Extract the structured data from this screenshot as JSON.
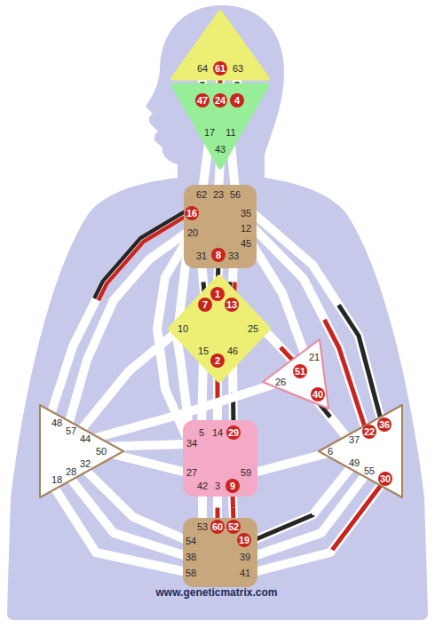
{
  "diagram": {
    "nodes": [
      {
        "text": [
          "64",
          "61",
          "63"
        ]
      },
      {
        "text": [
          "47",
          "24",
          "4",
          "17",
          "11",
          "43"
        ]
      },
      {
        "text": [
          "62",
          "23",
          "56",
          "16",
          "35",
          "20",
          "12",
          "45",
          "31",
          "8",
          "33"
        ]
      },
      {
        "text": [
          "1",
          "7",
          "13",
          "10",
          "25",
          "15",
          "46",
          "2"
        ]
      },
      {
        "text": [
          "21",
          "51",
          "26",
          "40"
        ]
      },
      {
        "text": [
          "48",
          "57",
          "44",
          "50",
          "32",
          "28",
          "18"
        ]
      },
      {
        "text": [
          "5",
          "14",
          "29",
          "34",
          "27",
          "59",
          "42",
          "3",
          "9"
        ]
      },
      {
        "text": [
          "36",
          "22",
          "37",
          "6",
          "49",
          "55",
          "30"
        ]
      },
      {
        "text": [
          "53",
          "60",
          "52",
          "54",
          "19",
          "38",
          "39",
          "58",
          "41"
        ]
      }
    ],
    "edges": [
      {
        "from": 0,
        "to": 1,
        "arrow": "none"
      },
      {
        "from": 0,
        "to": 1,
        "arrow": "none"
      },
      {
        "from": 0,
        "to": 1,
        "arrow": "none"
      },
      {
        "from": 1,
        "to": 2,
        "arrow": "none"
      },
      {
        "from": 1,
        "to": 2,
        "arrow": "none"
      },
      {
        "from": 1,
        "to": 2,
        "arrow": "none"
      },
      {
        "from": 2,
        "to": 3,
        "arrow": "none"
      },
      {
        "from": 2,
        "to": 3,
        "arrow": "none"
      },
      {
        "from": 2,
        "to": 3,
        "arrow": "none"
      },
      {
        "from": 2,
        "to": 5,
        "arrow": "none"
      },
      {
        "from": 2,
        "to": 5,
        "arrow": "none"
      },
      {
        "from": 2,
        "to": 6,
        "arrow": "none"
      },
      {
        "from": 2,
        "to": 3,
        "arrow": "none"
      },
      {
        "from": 2,
        "to": 4,
        "arrow": "none"
      },
      {
        "from": 2,
        "to": 7,
        "arrow": "none"
      },
      {
        "from": 2,
        "to": 7,
        "arrow": "none"
      },
      {
        "from": 3,
        "to": 6,
        "arrow": "none"
      },
      {
        "from": 3,
        "to": 6,
        "arrow": "none"
      },
      {
        "from": 3,
        "to": 6,
        "arrow": "none"
      },
      {
        "from": 3,
        "to": 4,
        "arrow": "none"
      },
      {
        "from": 3,
        "to": 5,
        "arrow": "none"
      },
      {
        "from": 3,
        "to": 6,
        "arrow": "none"
      },
      {
        "from": 4,
        "to": 5,
        "arrow": "none"
      },
      {
        "from": 4,
        "to": 7,
        "arrow": "none"
      },
      {
        "from": 5,
        "to": 6,
        "arrow": "none"
      },
      {
        "from": 5,
        "to": 6,
        "arrow": "none"
      },
      {
        "from": 5,
        "to": 8,
        "arrow": "none"
      },
      {
        "from": 5,
        "to": 8,
        "arrow": "none"
      },
      {
        "from": 5,
        "to": 8,
        "arrow": "none"
      },
      {
        "from": 6,
        "to": 8,
        "arrow": "none"
      },
      {
        "from": 6,
        "to": 8,
        "arrow": "none"
      },
      {
        "from": 6,
        "to": 8,
        "arrow": "none"
      },
      {
        "from": 6,
        "to": 7,
        "arrow": "none"
      },
      {
        "from": 7,
        "to": 8,
        "arrow": "none"
      },
      {
        "from": 7,
        "to": 8,
        "arrow": "none"
      },
      {
        "from": 7,
        "to": 8,
        "arrow": "none"
      }
    ],
    "labels": [
      "www.geneticmatrix.com"
    ]
  }
}
